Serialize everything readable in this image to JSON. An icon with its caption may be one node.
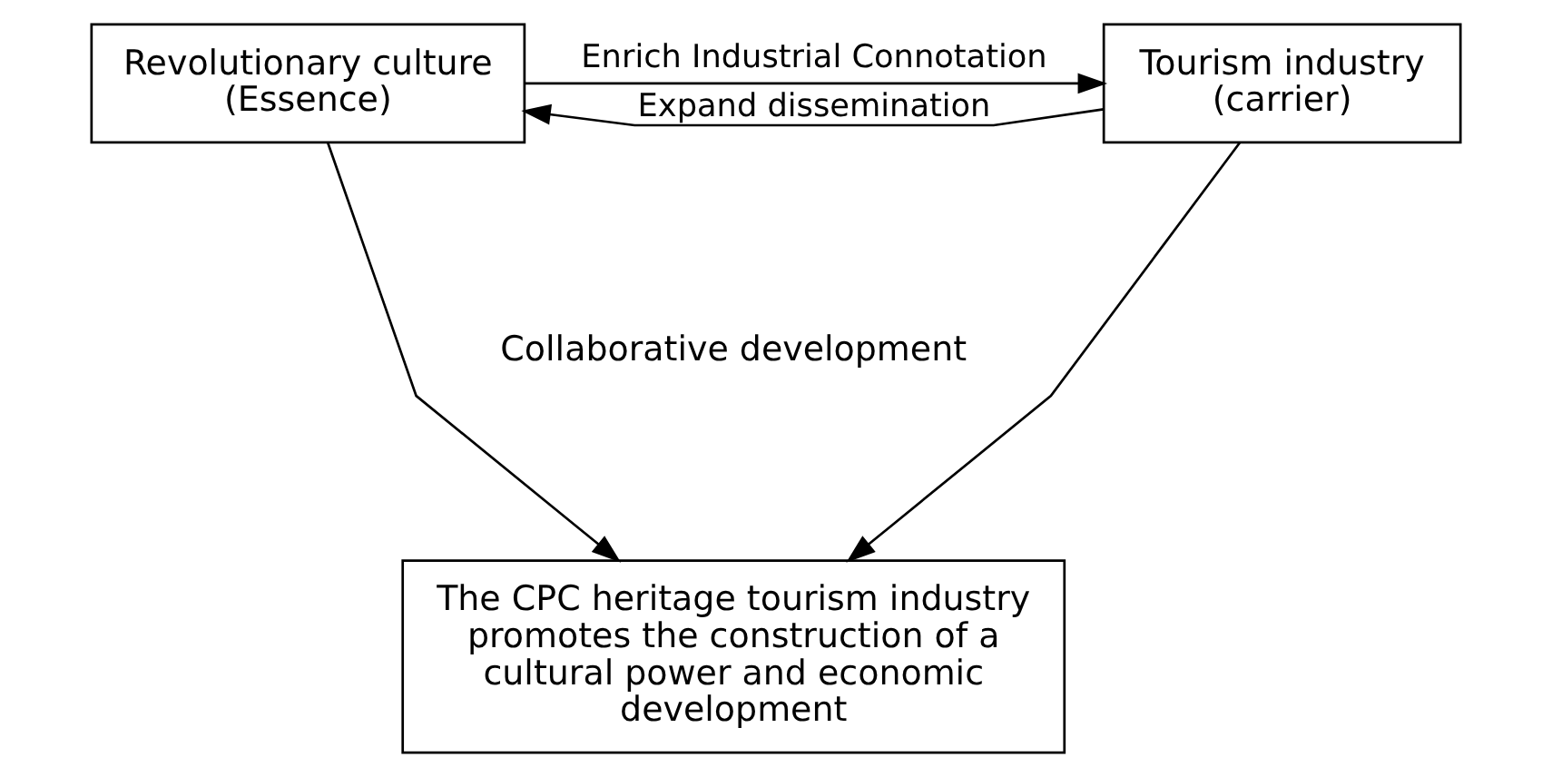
{
  "diagram": {
    "nodes": [
      {
        "text": [
          "Revolutionary culture (Essence)"
        ]
      },
      {
        "text": [
          "Tourism industry (carrier)"
        ]
      },
      {
        "text": [
          "The CPC heritage tourism industry promotes the construction of a cultural power and economic development"
        ]
      }
    ],
    "edges": [
      {
        "from": 1,
        "to": 0,
        "arrow": "to",
        "label": "Expand dissemination"
      },
      {
        "from": 0,
        "to": 1,
        "arrow": "to",
        "label": "Enrich Industrial Connotation"
      },
      {
        "from": 0,
        "to": 2,
        "arrow": "to"
      },
      {
        "from": 1,
        "to": 2,
        "arrow": "to"
      }
    ],
    "labels": [
      "Collaborative development"
    ]
  }
}
